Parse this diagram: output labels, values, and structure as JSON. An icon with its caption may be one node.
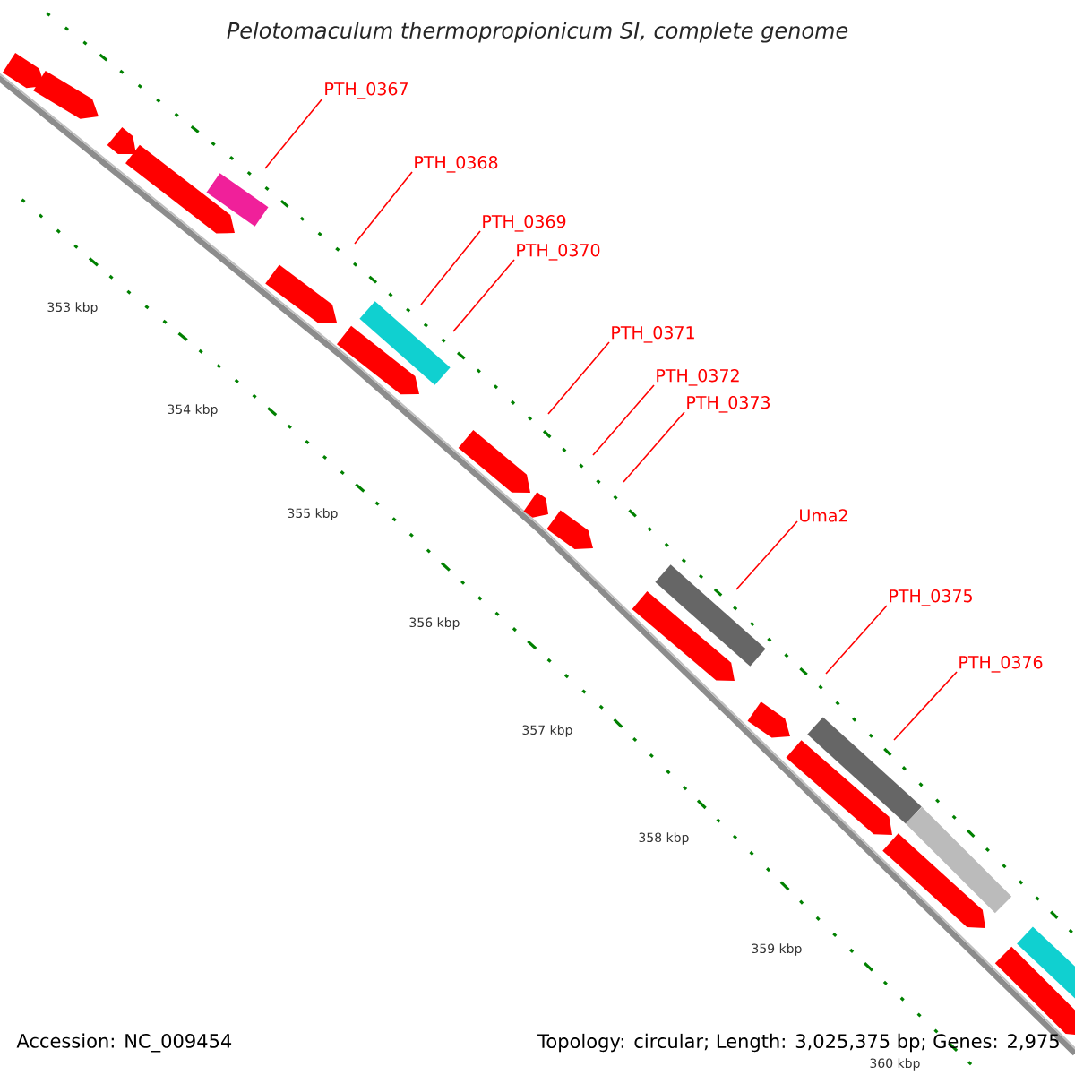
{
  "diagram": {
    "title": "Pelotomaculum thermopropionicum SI, complete genome",
    "nodes": [
      {
        "text": [
          "PTH_0367"
        ]
      },
      {
        "text": [
          "PTH_0368"
        ]
      },
      {
        "text": [
          "PTH_0369"
        ]
      },
      {
        "text": [
          "PTH_0370"
        ]
      },
      {
        "text": [
          "PTH_0371"
        ]
      },
      {
        "text": [
          "PTH_0372"
        ]
      },
      {
        "text": [
          "PTH_0373"
        ]
      },
      {
        "text": [
          "Uma2"
        ]
      },
      {
        "text": [
          "PTH_0375"
        ]
      },
      {
        "text": [
          "PTH_0376"
        ]
      }
    ],
    "edges": [
      {
        "from": 0,
        "to": null,
        "arrow": "none"
      },
      {
        "from": 1,
        "to": null,
        "arrow": "none"
      },
      {
        "from": 2,
        "to": null,
        "arrow": "none"
      },
      {
        "from": 3,
        "to": null,
        "arrow": "none"
      },
      {
        "from": 4,
        "to": null,
        "arrow": "none"
      },
      {
        "from": 5,
        "to": null,
        "arrow": "none"
      },
      {
        "from": 6,
        "to": null,
        "arrow": "none"
      },
      {
        "from": 7,
        "to": null,
        "arrow": "none"
      },
      {
        "from": 8,
        "to": null,
        "arrow": "none"
      },
      {
        "from": 9,
        "to": null,
        "arrow": "none"
      }
    ],
    "labels": [
      "353 kbp",
      "354 kbp",
      "355 kbp",
      "356 kbp",
      "357 kbp",
      "358 kbp",
      "359 kbp",
      "360 kbp",
      "Accession: NC_009454",
      "Topology: circular; Length: 3,025,375 bp; Genes: 2,975"
    ]
  }
}
